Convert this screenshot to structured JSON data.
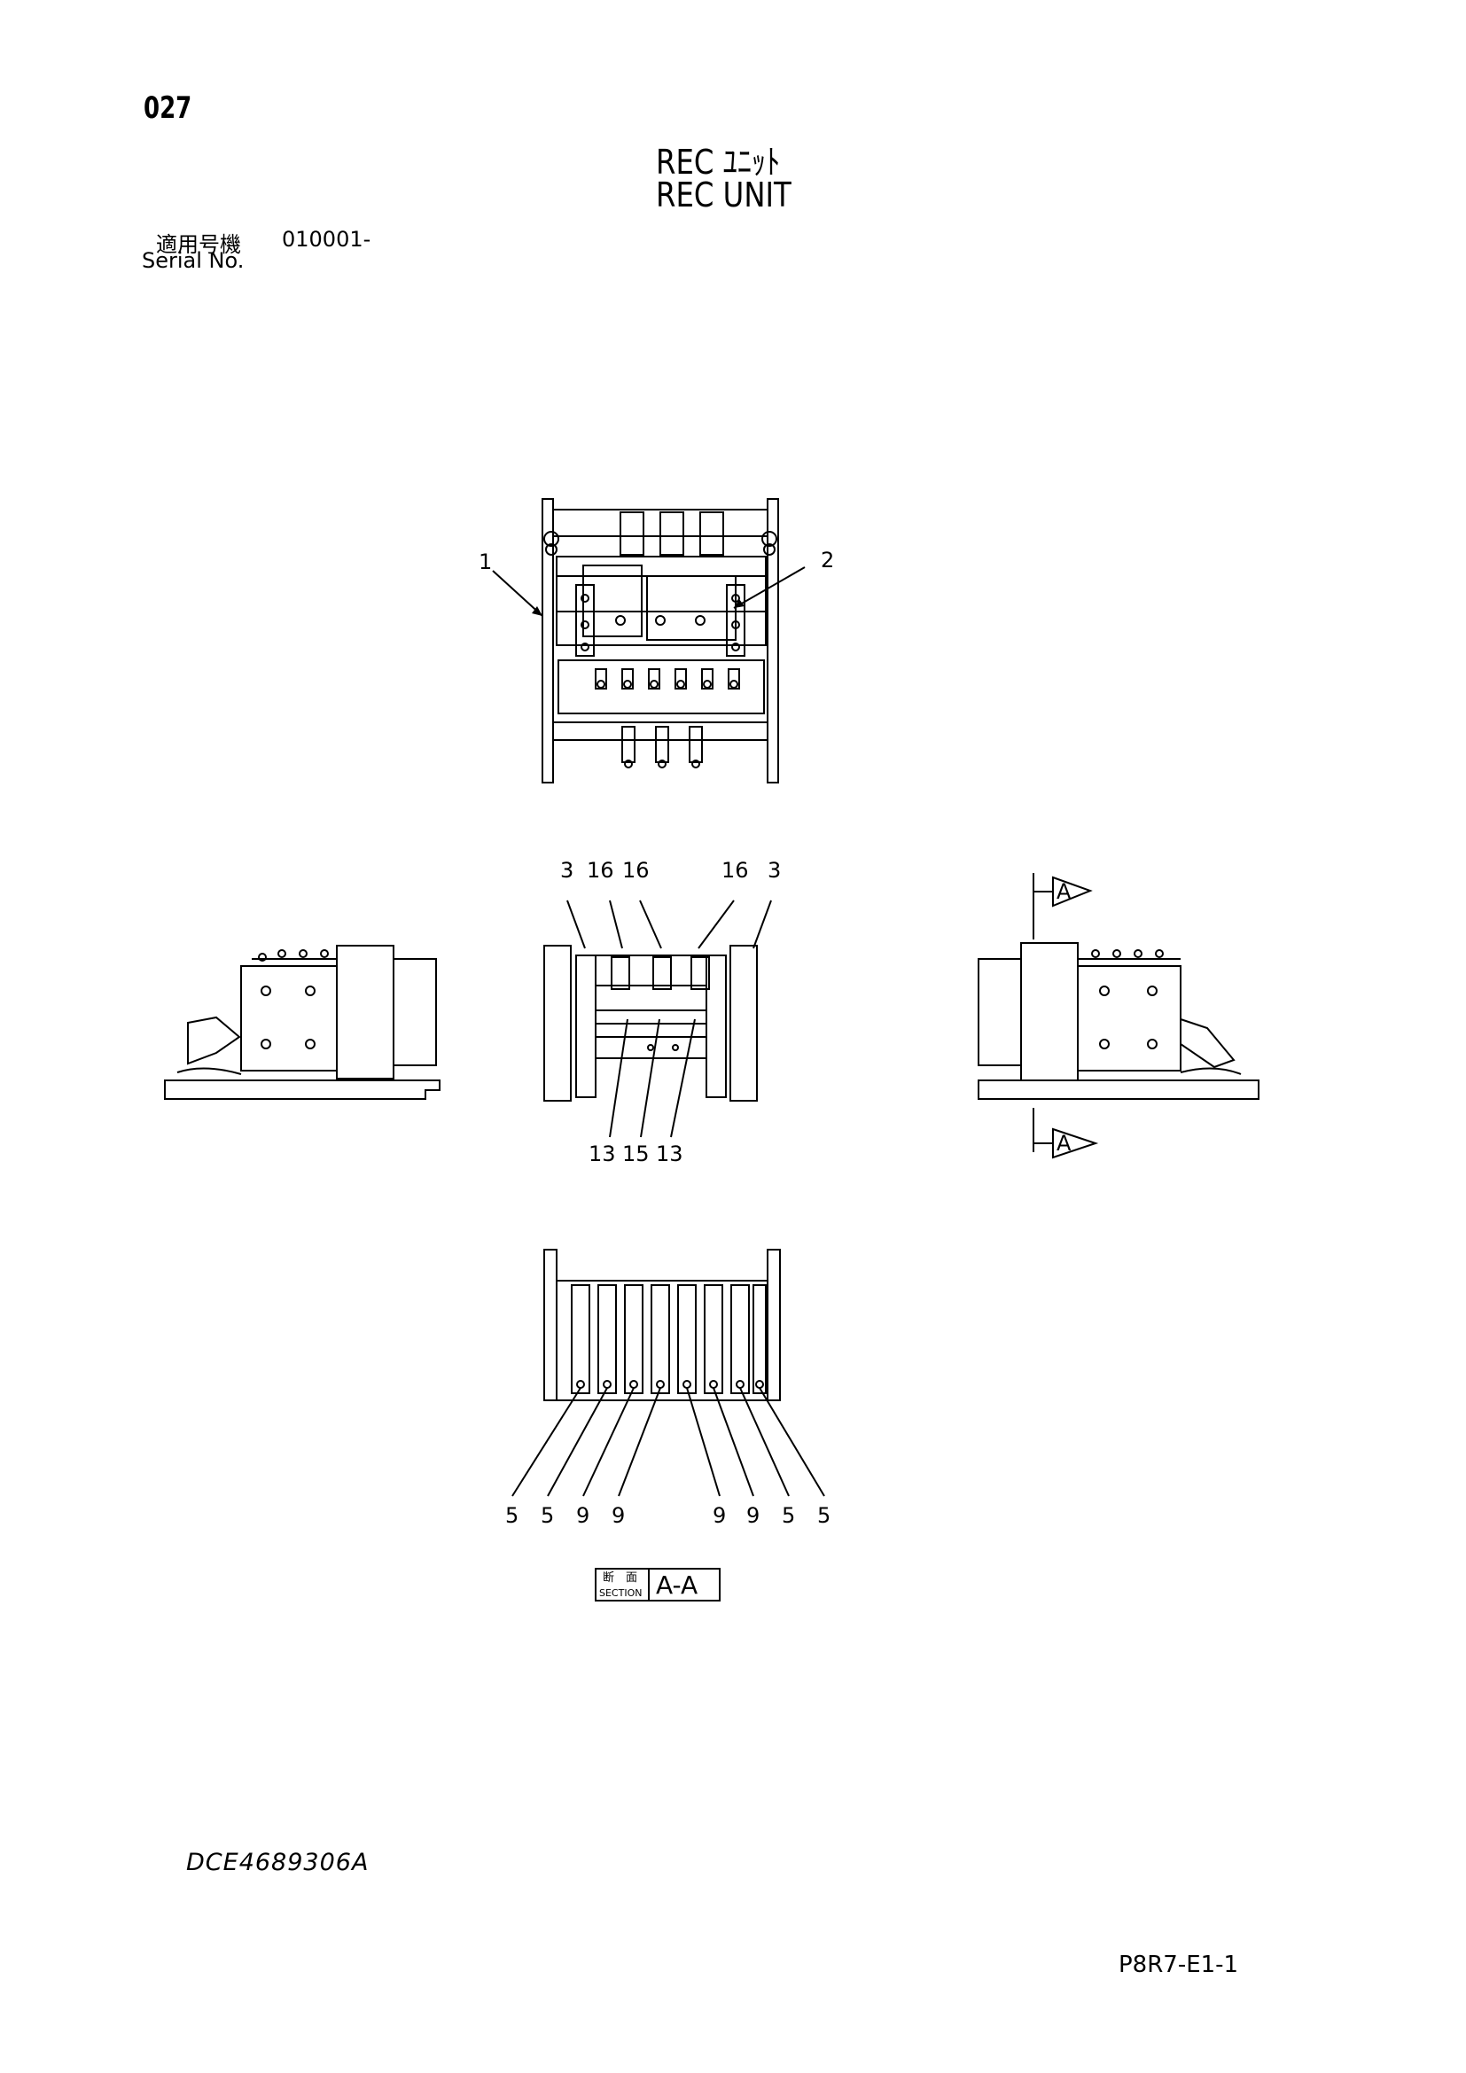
{
  "page_number": "027",
  "title": {
    "japanese": "REC ﾕﾆｯﾄ",
    "english": "REC UNIT"
  },
  "serial": {
    "label_ja": "適用号機",
    "value": "010001-",
    "label_en": "Serial No."
  },
  "top_view_callouts": [
    "1",
    "2"
  ],
  "front_view_callouts_top": [
    "3",
    "16",
    "16",
    "16",
    "3"
  ],
  "front_view_callouts_bottom": [
    "13",
    "15",
    "13"
  ],
  "section_marker": "A",
  "section_view_callouts": [
    "5",
    "5",
    "9",
    "9",
    "9",
    "9",
    "5",
    "5"
  ],
  "section_label": {
    "ja_line1": "断",
    "ja_line2": "面",
    "en": "SECTION",
    "name": "A-A"
  },
  "document_code": "DCE4689306A",
  "page_code": "P8R7-E1-1"
}
